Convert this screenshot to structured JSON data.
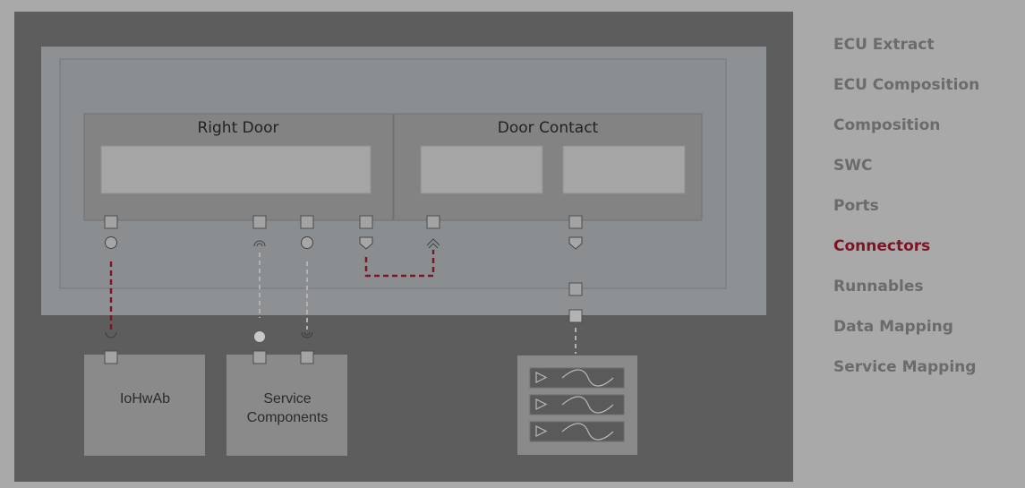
{
  "diagram": {
    "components": {
      "right_door": "Right Door",
      "door_contact": "Door Contact",
      "iohwab": "IoHwAb",
      "service_components_line1": "Service",
      "service_components_line2": "Components"
    }
  },
  "nav": {
    "items": [
      {
        "label": "ECU Extract",
        "active": false
      },
      {
        "label": "ECU Composition",
        "active": false
      },
      {
        "label": "Composition",
        "active": false
      },
      {
        "label": "SWC",
        "active": false
      },
      {
        "label": "Ports",
        "active": false
      },
      {
        "label": "Connectors",
        "active": true
      },
      {
        "label": "Runnables",
        "active": false
      },
      {
        "label": "Data Mapping",
        "active": false
      },
      {
        "label": "Service Mapping",
        "active": false
      }
    ]
  },
  "colors": {
    "background": "#a9a9a9",
    "diagram_panel": "#5d5d5d",
    "accent": "#7e1424",
    "connector_highlight": "#7e1424",
    "connector_normal": "#b5b5b5"
  }
}
